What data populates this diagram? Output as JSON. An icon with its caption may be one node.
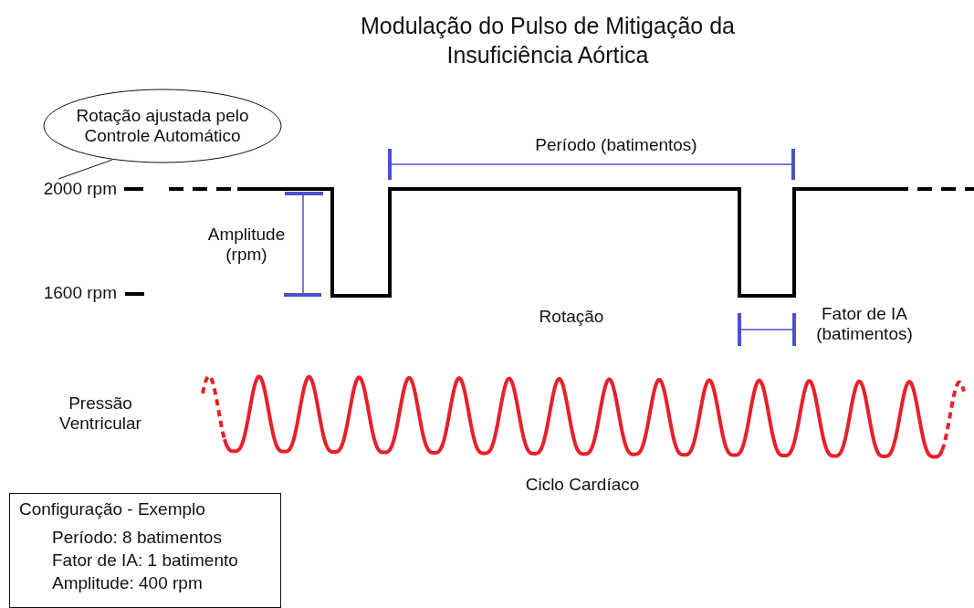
{
  "diagram": {
    "title": "Modulação do Pulso de Mitigação da Insuficiência Aórtica",
    "nodes": [
      {
        "text": [
          "Rotação ajustada pelo Controle Automático"
        ]
      },
      {
        "text": [
          "2000 rpm"
        ]
      },
      {
        "text": [
          "Configuração - Exemplo",
          "Período: 8 batimentos",
          "Fator de IA: 1 batimento",
          "Amplitude: 400 rpm"
        ]
      }
    ],
    "edges": [
      {
        "from": 0,
        "to": 1,
        "arrow": "none"
      }
    ],
    "labels": [
      "1600 rpm",
      "Período (batimentos)",
      "Amplitude (rpm)",
      "Rotação",
      "Fator de IA (batimentos)",
      "Pressão Ventricular",
      "Ciclo Cardíaco"
    ]
  }
}
